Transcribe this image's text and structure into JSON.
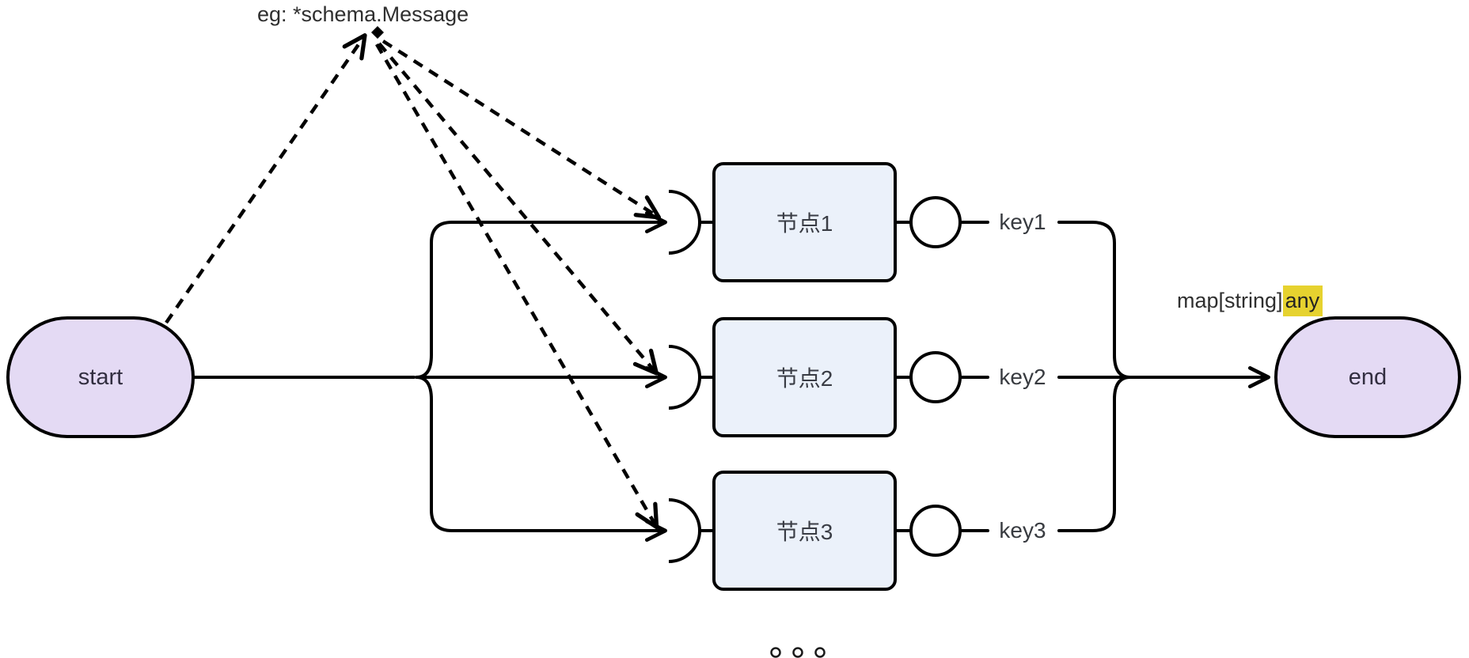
{
  "diagram": {
    "annotation": "eg: *schema.Message",
    "start_label": "start",
    "end_label": "end",
    "nodes": [
      {
        "label": "节点1",
        "key": "key1"
      },
      {
        "label": "节点2",
        "key": "key2"
      },
      {
        "label": "节点3",
        "key": "key3"
      }
    ],
    "merge_type_label": {
      "prefix": "map[string]",
      "highlighted": "any"
    },
    "ellipsis_dot_count": 3,
    "colors": {
      "terminal_fill": "#e4daf4",
      "node_fill": "#ebf1fa",
      "stroke": "#000000",
      "highlight": "#e6d22f",
      "text": "#333333"
    }
  }
}
